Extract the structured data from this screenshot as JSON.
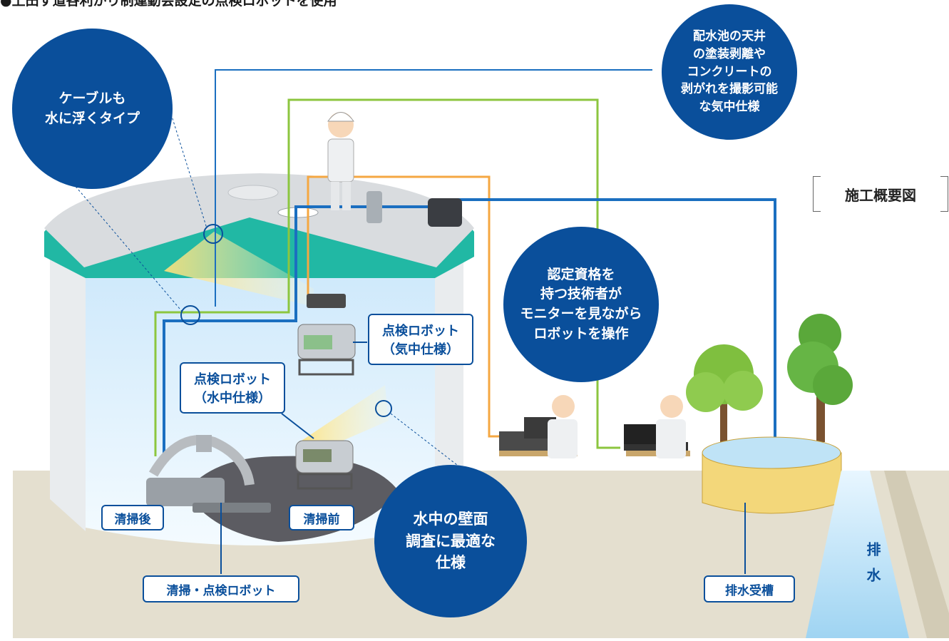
{
  "heading": "●上田す道各利がり制運動会設定の点検ロボットを使用",
  "legend": "施工概要図",
  "bubbles": {
    "cable": "ケーブルも\n水に浮くタイプ",
    "ceiling": "配水池の天井\nの塗装剥離や\nコンクリートの\n剥がれを撮影可能\nな気中仕様",
    "operator": "認定資格を\n持つ技術者が\nモニターを見ながら\nロボットを操作",
    "underwater": "水中の壁面\n調査に最適な\n仕様"
  },
  "labels": {
    "air_robot": "点検ロボット\n（気中仕様）",
    "water_robot": "点検ロボット\n（水中仕様）",
    "after_cleaning": "清掃後",
    "before_cleaning": "清掃前",
    "cleaning_robot": "清掃・点検ロボット",
    "drain_tank": "排水受槽",
    "drain": "排水"
  },
  "colors": {
    "bubble": "#0a4f9b",
    "cable_green": "#8cc63f",
    "cable_orange": "#f5a742",
    "cable_blue": "#1b6fc0",
    "tank_teal": "#21b8a4",
    "ground": "#e4dfcf"
  }
}
